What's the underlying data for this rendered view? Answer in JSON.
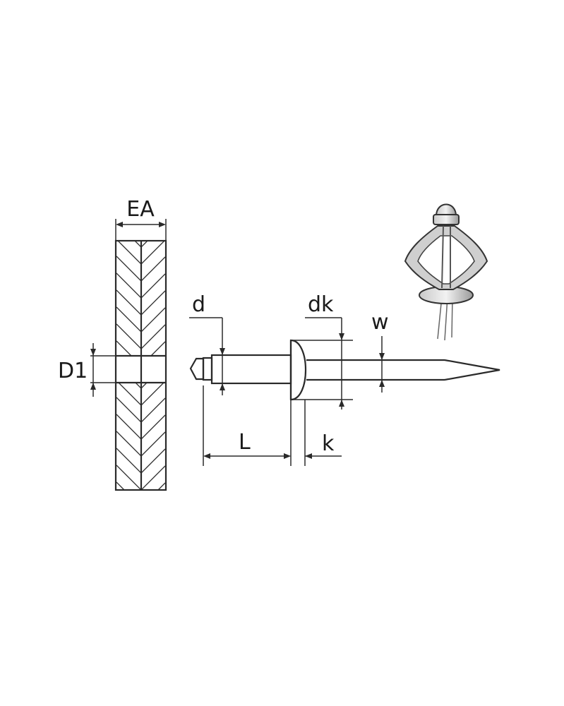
{
  "labels": {
    "EA": "EA",
    "D1": "D1",
    "d": "d",
    "dk": "dk",
    "w": "w",
    "L": "L",
    "k": "k"
  }
}
